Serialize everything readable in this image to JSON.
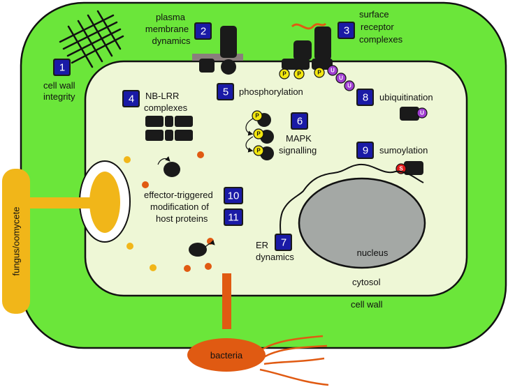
{
  "colors": {
    "cell_wall": "#6be63a",
    "cytosol": "#eef7d6",
    "outline": "#111111",
    "nucleus": "#a4a8a5",
    "badge": "#1a1aa6",
    "fungus": "#f1b619",
    "bacteria": "#e05a12",
    "phospho": "#f3e70f",
    "ubiquitin": "#a03ed1",
    "sumo": "#e01b1b",
    "protein": "#1a1a1a",
    "membrane_patch": "#8a7f7c"
  },
  "processes": [
    {
      "number": "1",
      "label": [
        "cell wall",
        "integrity"
      ]
    },
    {
      "number": "2",
      "label": [
        "plasma",
        "membrane",
        "dynamics"
      ]
    },
    {
      "number": "3",
      "label": [
        "surface",
        "receptor",
        "complexes"
      ]
    },
    {
      "number": "4",
      "label": [
        "NB-LRR",
        "complexes"
      ]
    },
    {
      "number": "5",
      "label": [
        "phosphorylation"
      ]
    },
    {
      "number": "6",
      "label": [
        "MAPK",
        "signalling"
      ]
    },
    {
      "number": "7",
      "label": [
        "ER",
        "dynamics"
      ]
    },
    {
      "number": "8",
      "label": [
        "ubiquitination"
      ]
    },
    {
      "number": "9",
      "label": [
        "sumoylation"
      ]
    },
    {
      "number": "10",
      "label": []
    },
    {
      "number": "11",
      "label": []
    }
  ],
  "effector_label": [
    "effector-triggered",
    "modification of",
    "host proteins"
  ],
  "compartments": {
    "nucleus": "nucleus",
    "cytosol": "cytosol",
    "cell_wall": "cell wall"
  },
  "pathogens": {
    "fungus": "fungus/oomycete",
    "bacteria": "bacteria"
  },
  "marks": {
    "phospho": "P",
    "ubiquitin": "U",
    "sumo": "S"
  }
}
